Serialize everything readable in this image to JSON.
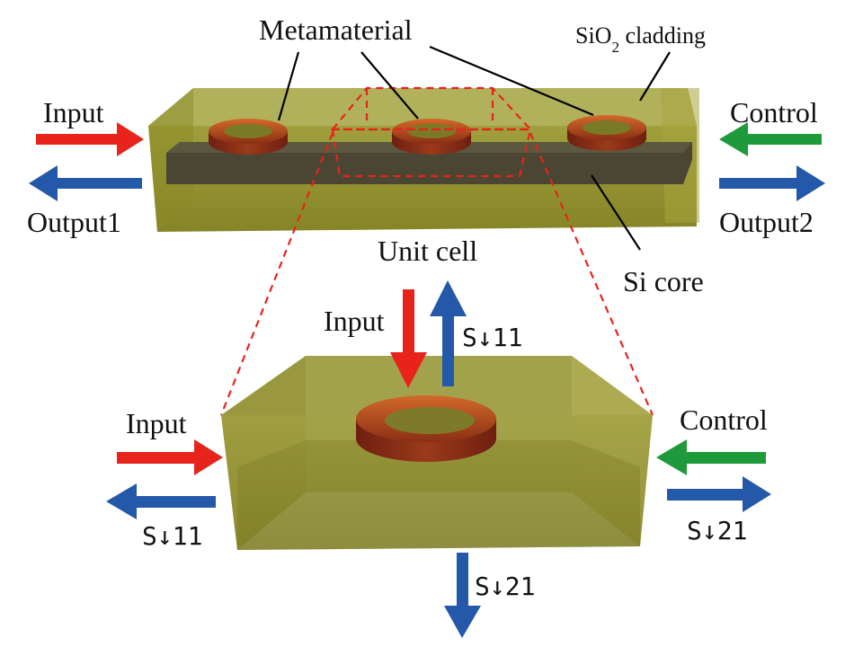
{
  "colors": {
    "input_arrow": "#e8231c",
    "output_arrow": "#2458a8",
    "control_arrow": "#1f9a3a",
    "cladding": "#8f8f1e",
    "ring": "#b5521f",
    "leader_dashes": "#e8231c"
  },
  "top_view": {
    "labels": {
      "metamaterial": "Metamaterial",
      "sio2_prefix": "SiO",
      "sio2_sub": "2",
      "sio2_suffix": " cladding",
      "input": "Input",
      "output1": "Output1",
      "control": "Control",
      "output2": "Output2",
      "si_core": "Si core"
    }
  },
  "unit_cell": {
    "title": "Unit cell",
    "labels": {
      "input_top": "Input",
      "s11_top": "S↓11",
      "input_left": "Input",
      "s11_left": "S↓11",
      "control": "Control",
      "s21_right": "S↓21",
      "s21_bottom": "S↓21"
    }
  }
}
